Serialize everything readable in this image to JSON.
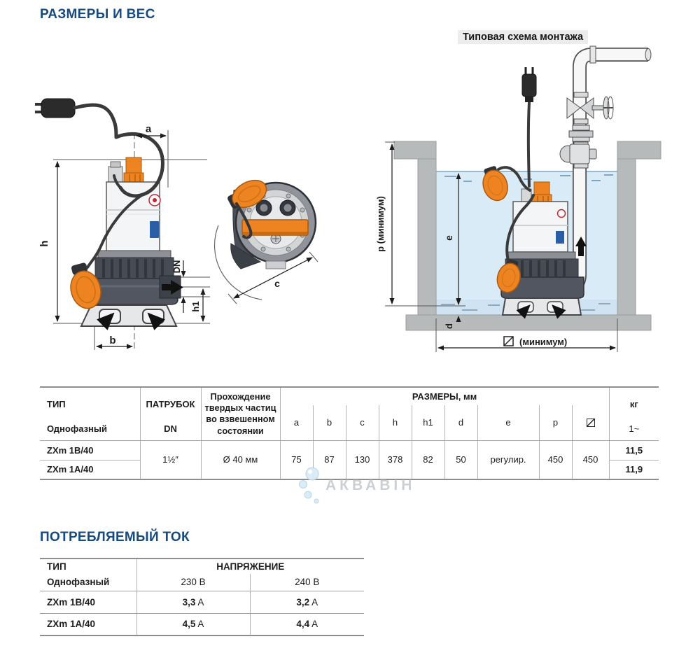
{
  "sections": {
    "dimensions_title": "РАЗМЕРЫ И ВЕС",
    "current_title": "ПОТРЕБЛЯЕМЫЙ ТОК"
  },
  "watermark": {
    "text": "АКВАВІН"
  },
  "diagram": {
    "scheme_title": "Типовая схема монтажа",
    "front_labels": {
      "a": "a",
      "h": "h",
      "b": "b",
      "dn": "DN",
      "h1": "h1"
    },
    "top_label_c": "c",
    "install_labels": {
      "p": "p (минимум)",
      "e": "e",
      "d": "d",
      "width_min": "(минимум)",
      "width_icon": "square-diagonal"
    }
  },
  "dim_table": {
    "type_header": "ТИП",
    "type_sub": "Однофазный",
    "dn_header": "ПАТРУБОК",
    "dn_sub": "DN",
    "solids_header": "Прохождение твердых частиц во взвешенном состоянии",
    "sizes_header": "РАЗМЕРЫ, мм",
    "size_cols": [
      "a",
      "b",
      "c",
      "h",
      "h1",
      "d",
      "e",
      "p"
    ],
    "size_col_icon": "square-diagonal",
    "kg_header": "кг",
    "kg_sub": "1~",
    "models": [
      "ZXm 1B/40",
      "ZXm 1A/40"
    ],
    "dn_value": "1½″",
    "solids_value": "Ø 40 мм",
    "sizes": [
      "75",
      "87",
      "130",
      "378",
      "82",
      "50",
      "регулир.",
      "450",
      "450"
    ],
    "weights": [
      "11,5",
      "11,9"
    ]
  },
  "current_table": {
    "type_header": "ТИП",
    "voltage_header": "НАПРЯЖЕНИЕ",
    "phase_label": "Однофазный",
    "voltages": [
      "230 В",
      "240 В"
    ],
    "amp_unit": "А",
    "rows": [
      {
        "model": "ZXm 1B/40",
        "v230": "3,3",
        "v240": "3,2"
      },
      {
        "model": "ZXm 1A/40",
        "v230": "4,5",
        "v240": "4,4"
      }
    ]
  }
}
